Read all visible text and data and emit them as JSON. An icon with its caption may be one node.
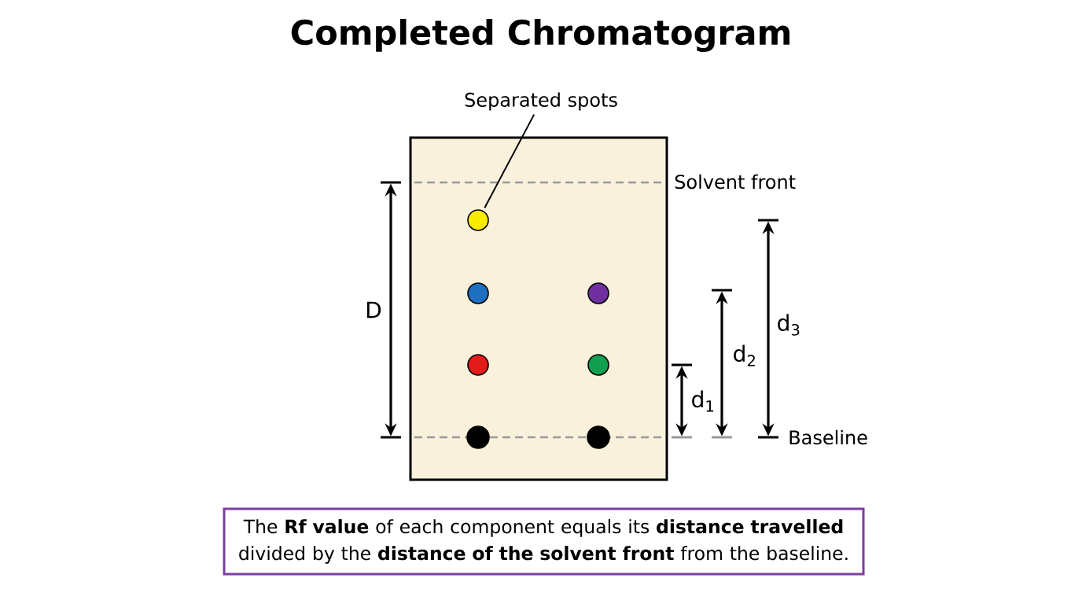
{
  "diagram": {
    "title": "Completed Chromatogram",
    "nodes": [
      {
        "text": [
          "Separated spots"
        ]
      },
      {
        "text": [],
        "shape": "circle"
      },
      {
        "text": [
          "The **Rf value** of each component equals its **distance travelled** divided by the **distance of the solvent front** from the baseline."
        ]
      }
    ],
    "edges": [
      {
        "from": 0,
        "to": 1,
        "arrow": "none"
      }
    ],
    "labels": [
      "Solvent front",
      "D",
      "d$_{3}$",
      "d$_{2}$",
      "d$_{1}$",
      "Baseline"
    ]
  }
}
